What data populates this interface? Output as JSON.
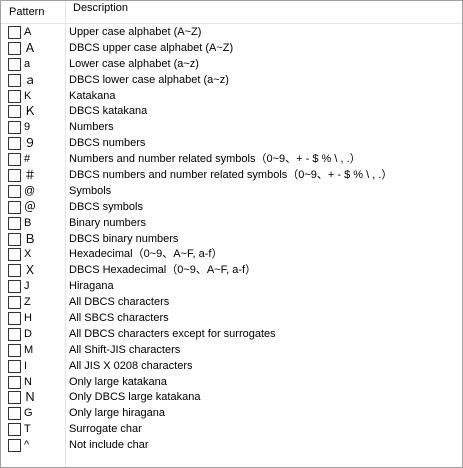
{
  "columns": {
    "pattern": "Pattern",
    "description": "Description"
  },
  "rows": [
    {
      "pattern": "A",
      "description": "Upper case alphabet (A~Z)"
    },
    {
      "pattern": "Ａ",
      "description": "DBCS upper case alphabet (A~Z)"
    },
    {
      "pattern": "a",
      "description": "Lower case alphabet (a~z)"
    },
    {
      "pattern": "ａ",
      "description": "DBCS lower case alphabet (a~z)"
    },
    {
      "pattern": "K",
      "description": "Katakana"
    },
    {
      "pattern": "Ｋ",
      "description": "DBCS katakana"
    },
    {
      "pattern": "9",
      "description": "Numbers"
    },
    {
      "pattern": "９",
      "description": "DBCS numbers"
    },
    {
      "pattern": "#",
      "description": "Numbers and number related symbols（0~9、+ - $ % \\ , .）"
    },
    {
      "pattern": "＃",
      "description": "DBCS numbers and number related symbols（0~9、+ - $ % \\ , .）"
    },
    {
      "pattern": "@",
      "description": "Symbols"
    },
    {
      "pattern": "＠",
      "description": "DBCS symbols"
    },
    {
      "pattern": "B",
      "description": "Binary numbers"
    },
    {
      "pattern": "Ｂ",
      "description": "DBCS binary numbers"
    },
    {
      "pattern": "X",
      "description": "Hexadecimal（0~9、A~F, a-f）"
    },
    {
      "pattern": "Ｘ",
      "description": "DBCS Hexadecimal（0~9、A~F, a-f）"
    },
    {
      "pattern": "J",
      "description": "Hiragana"
    },
    {
      "pattern": "Z",
      "description": "All DBCS characters"
    },
    {
      "pattern": "H",
      "description": "All SBCS characters"
    },
    {
      "pattern": "D",
      "description": "All DBCS characters except for surrogates"
    },
    {
      "pattern": "M",
      "description": "All Shift-JIS characters"
    },
    {
      "pattern": "I",
      "description": "All JIS X 0208 characters"
    },
    {
      "pattern": "N",
      "description": "Only large katakana"
    },
    {
      "pattern": "Ｎ",
      "description": "Only DBCS large katakana"
    },
    {
      "pattern": "G",
      "description": "Only large hiragana"
    },
    {
      "pattern": "T",
      "description": "Surrogate char"
    },
    {
      "pattern": "^",
      "description": "Not include char"
    }
  ]
}
